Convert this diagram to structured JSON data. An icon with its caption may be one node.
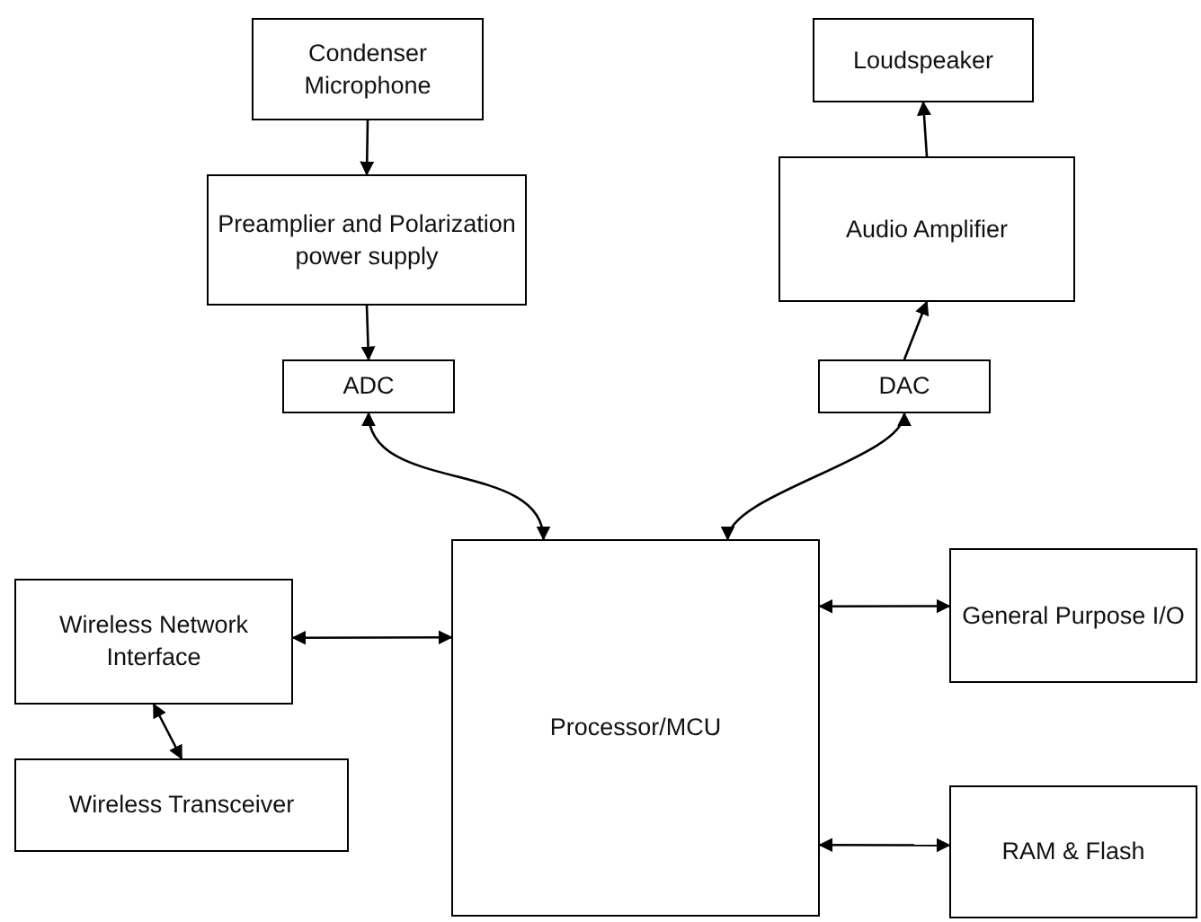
{
  "diagram": {
    "nodes": [
      {
        "text": [
          "Condenser Microphone"
        ]
      },
      {
        "text": [
          "Preamplier and Polarization power supply"
        ]
      },
      {
        "text": [
          "ADC"
        ]
      },
      {
        "text": [
          "Loudspeaker"
        ]
      },
      {
        "text": [
          "Audio Amplifier"
        ]
      },
      {
        "text": [
          "DAC"
        ]
      },
      {
        "text": [
          "Processor/MCU"
        ]
      },
      {
        "text": [
          "Wireless Network Interface"
        ]
      },
      {
        "text": [
          "Wireless Transceiver"
        ]
      },
      {
        "text": [
          "General Purpose I/O"
        ]
      },
      {
        "text": [
          "RAM & Flash"
        ]
      }
    ],
    "edges": [
      {
        "from": 0,
        "to": 1,
        "arrow": "to"
      },
      {
        "from": 1,
        "to": 2,
        "arrow": "to"
      },
      {
        "from": 2,
        "to": 6,
        "arrow": "both"
      },
      {
        "from": 6,
        "to": 5,
        "arrow": "both"
      },
      {
        "from": 5,
        "to": 4,
        "arrow": "to"
      },
      {
        "from": 4,
        "to": 3,
        "arrow": "to"
      },
      {
        "from": 7,
        "to": 6,
        "arrow": "both"
      },
      {
        "from": 7,
        "to": 8,
        "arrow": "both"
      },
      {
        "from": 6,
        "to": 9,
        "arrow": "both"
      },
      {
        "from": 6,
        "to": 10,
        "arrow": "both"
      }
    ]
  }
}
